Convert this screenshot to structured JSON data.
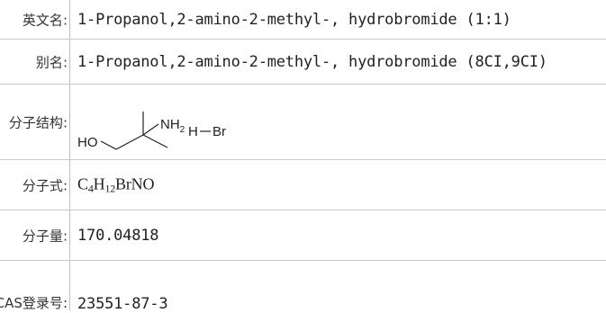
{
  "rows": [
    {
      "label": "英文名",
      "value": "1-Propanol,2-amino-2-methyl-, hydrobromide (1:1)"
    },
    {
      "label": "别名",
      "value": "1-Propanol,2-amino-2-methyl-, hydrobromide (8CI,9CI)"
    },
    {
      "label": "分子结构"
    },
    {
      "label": "分子式",
      "formula": [
        {
          "t": "C"
        },
        {
          "t": "4",
          "sub": true
        },
        {
          "t": "H"
        },
        {
          "t": "12",
          "sub": true
        },
        {
          "t": "BrNO"
        }
      ]
    },
    {
      "label": "分子量",
      "value": "170.04818"
    },
    {
      "label": "CAS登录号",
      "value": "23551-87-3"
    }
  ],
  "structure": {
    "atoms": {
      "ho": "HO",
      "nh2": "NH",
      "nh2_sub": "2",
      "hbr": "H",
      "br": "Br"
    }
  },
  "separator": ":"
}
